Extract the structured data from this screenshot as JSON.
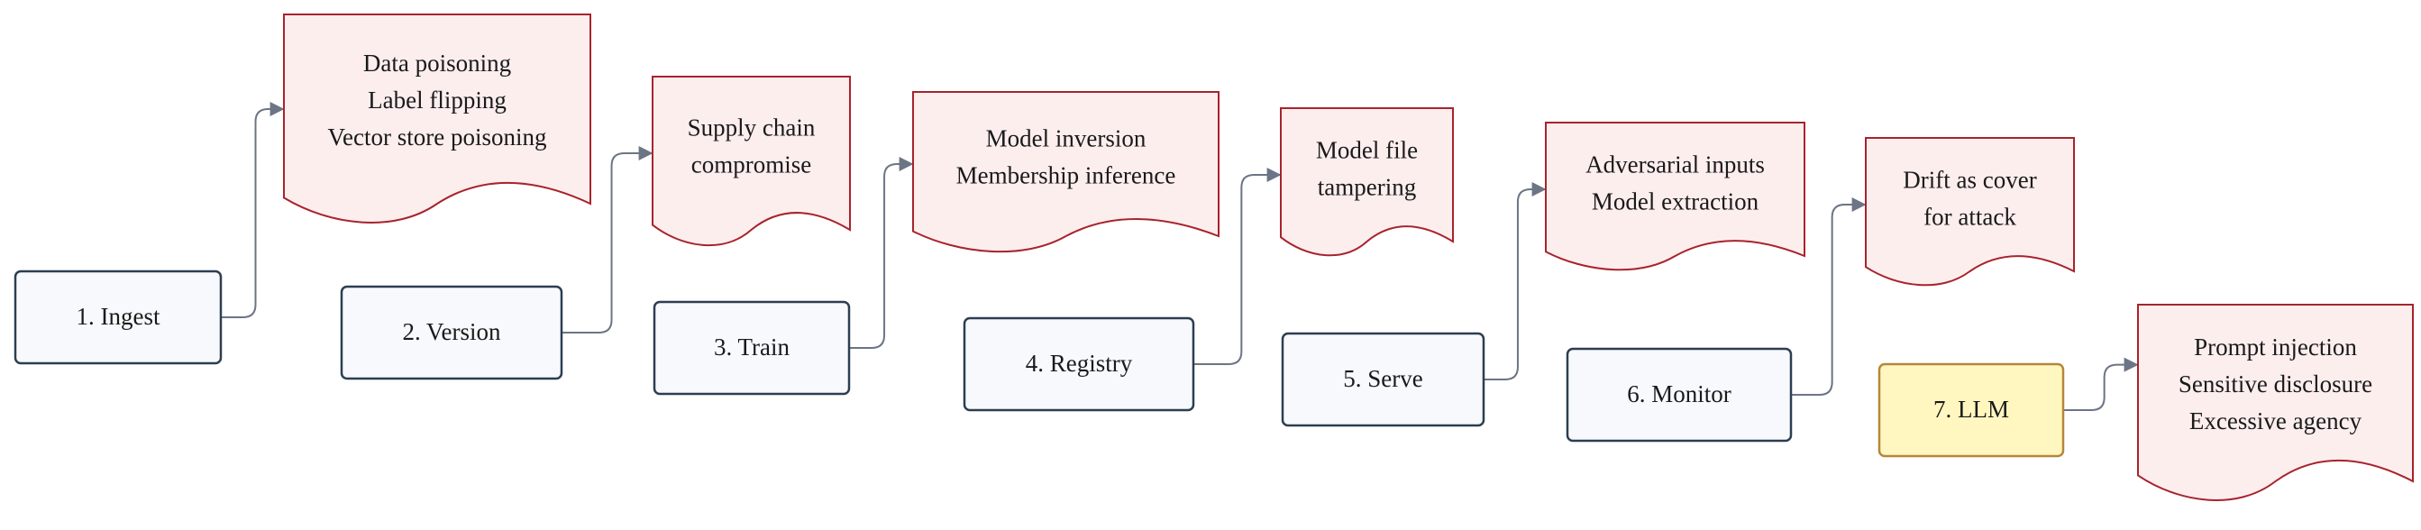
{
  "stages": [
    {
      "id": "ingest",
      "label": "1. Ingest",
      "style": "stage"
    },
    {
      "id": "version",
      "label": "2. Version",
      "style": "stage"
    },
    {
      "id": "train",
      "label": "3. Train",
      "style": "stage"
    },
    {
      "id": "registry",
      "label": "4. Registry",
      "style": "stage"
    },
    {
      "id": "serve",
      "label": "5. Serve",
      "style": "stage"
    },
    {
      "id": "monitor",
      "label": "6. Monitor",
      "style": "stage"
    },
    {
      "id": "llm",
      "label": "7. LLM",
      "style": "highlight"
    }
  ],
  "risks": [
    {
      "stage": "ingest",
      "lines": [
        "Data poisoning",
        "Label flipping",
        "Vector store poisoning"
      ]
    },
    {
      "stage": "version",
      "lines": [
        "Supply chain",
        "compromise"
      ]
    },
    {
      "stage": "train",
      "lines": [
        "Model inversion",
        "Membership inference"
      ]
    },
    {
      "stage": "registry",
      "lines": [
        "Model file",
        "tampering"
      ]
    },
    {
      "stage": "serve",
      "lines": [
        "Adversarial inputs",
        "Model extraction"
      ]
    },
    {
      "stage": "monitor",
      "lines": [
        "Drift as cover",
        "for attack"
      ]
    },
    {
      "stage": "llm",
      "lines": [
        "Prompt injection",
        "Sensitive disclosure",
        "Excessive agency"
      ]
    }
  ],
  "colors": {
    "stage_fill": "#f7f9fc",
    "stage_stroke": "#2c3e50",
    "highlight_fill": "#fff7bf",
    "highlight_stroke": "#b5873a",
    "risk_fill": "#fdeeee",
    "risk_stroke": "#a8232c",
    "edge": "#6b7585"
  }
}
